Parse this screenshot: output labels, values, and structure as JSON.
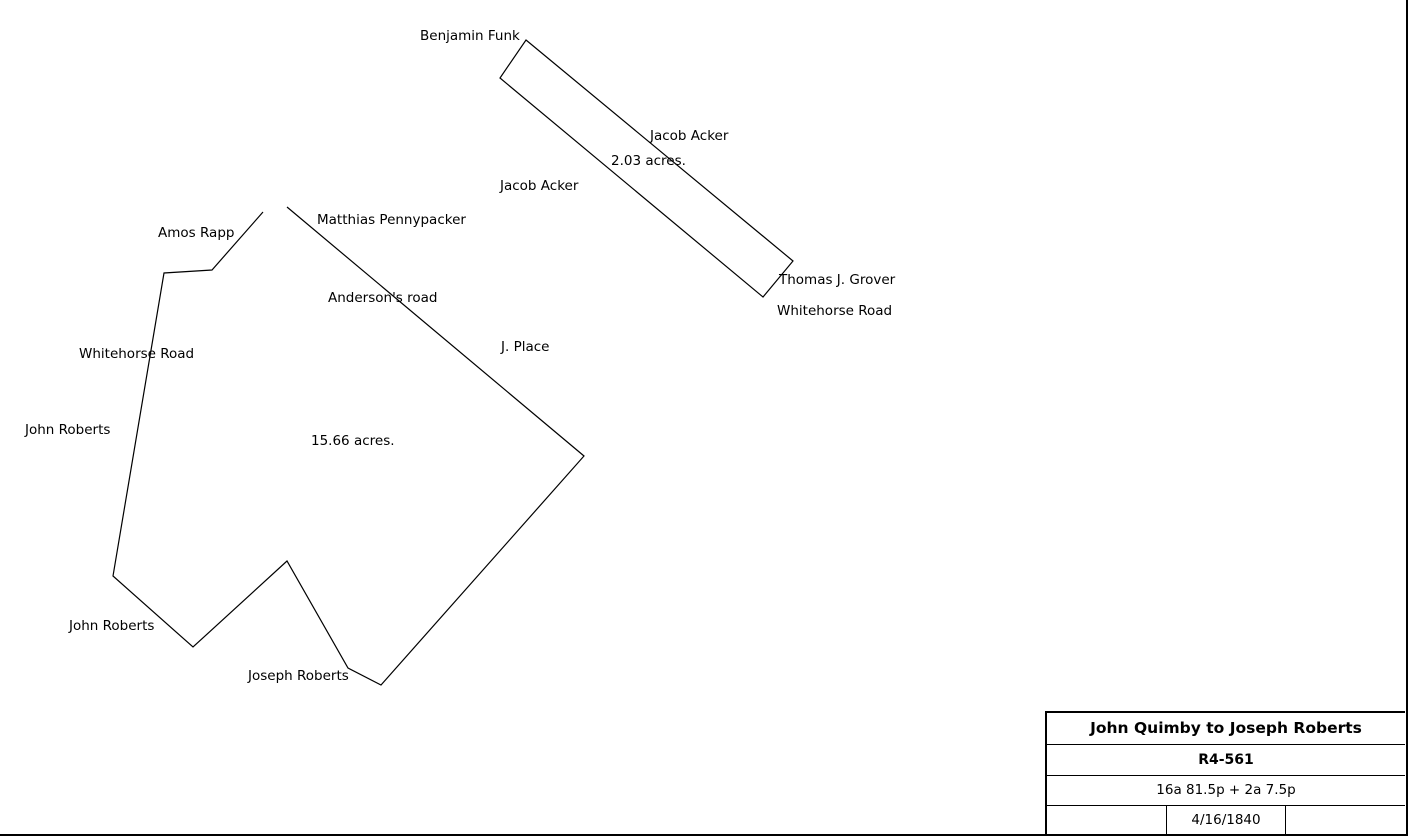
{
  "parcel_large": {
    "acres": "15.66 acres.",
    "neighbors": {
      "amos_rapp": "Amos Rapp",
      "matthias_pennypacker": "Matthias Pennypacker",
      "andersons_road": "Anderson's road",
      "j_place": "J. Place",
      "whitehorse_road": "Whitehorse Road",
      "john_roberts_west": "John Roberts",
      "john_roberts_south": "John Roberts",
      "joseph_roberts": "Joseph Roberts"
    }
  },
  "parcel_small": {
    "acres": "2.03 acres.",
    "neighbors": {
      "benjamin_funk": "Benjamin Funk",
      "jacob_acker_east": "Jacob Acker",
      "jacob_acker_west": "Jacob Acker",
      "thomas_grover": "Thomas J. Grover",
      "whitehorse_road": "Whitehorse Road"
    }
  },
  "title_block": {
    "title": "John Quimby to Joseph Roberts",
    "reference": "R4-561",
    "area": "16a 81.5p + 2a 7.5p",
    "date": "4/16/1840"
  },
  "colors": {
    "line": "#000000",
    "background": "#ffffff"
  }
}
